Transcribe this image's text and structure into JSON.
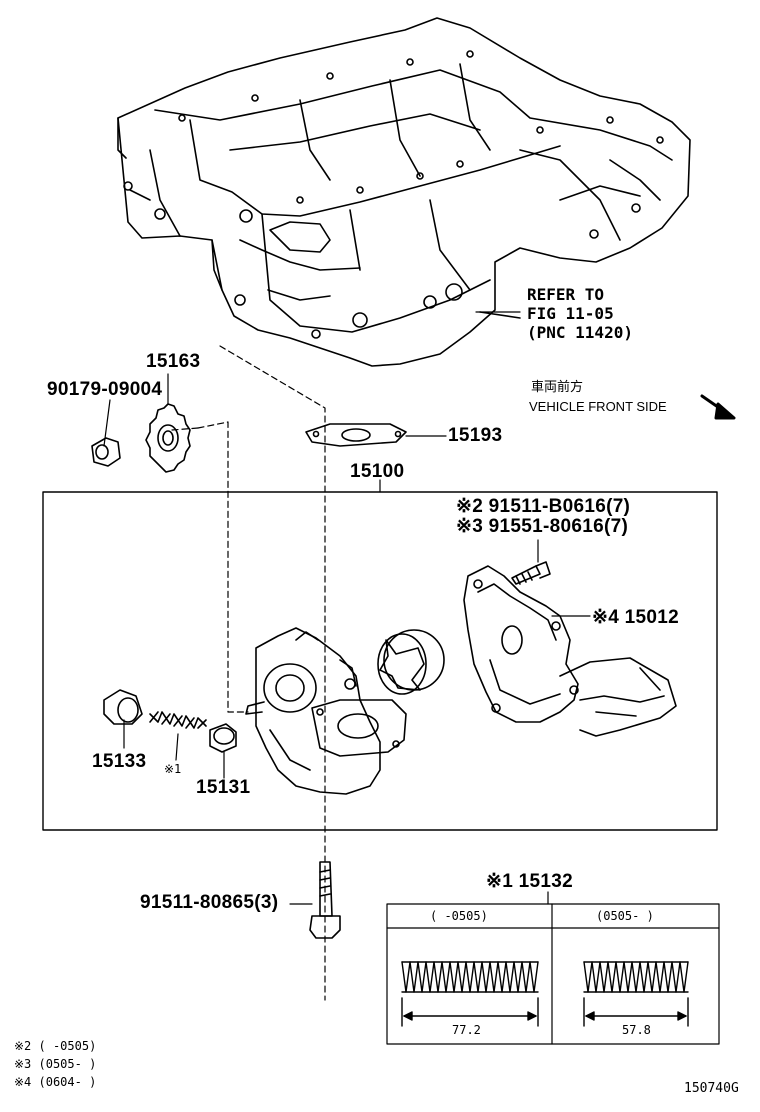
{
  "callouts": {
    "refer_line1": "REFER TO",
    "refer_line2": "FIG 11-05",
    "refer_line3": "(PNC 11420)",
    "front_jp": "車両前方",
    "front_en": "VEHICLE FRONT SIDE"
  },
  "parts": {
    "p90179": "90179-09004",
    "p15163": "15163",
    "p15193": "15193",
    "p15100": "15100",
    "bolt_a": "※2 91511-B0616(7)",
    "bolt_b": "※3 91551-80616(7)",
    "p15012": "※4 15012",
    "p15133": "15133",
    "note1": "※1",
    "p15131": "15131",
    "p91511": "91511-80865(3)",
    "p15132": "※1  15132"
  },
  "spring_table": {
    "col1_header": "(     -0505)",
    "col2_header": "(0505-     )",
    "col1_length": "77.2",
    "col2_length": "57.8"
  },
  "notes": [
    "※2 (     -0505)",
    "※3 (0505-     )",
    "※4 (0604-     )"
  ],
  "figure_id": "150740G"
}
